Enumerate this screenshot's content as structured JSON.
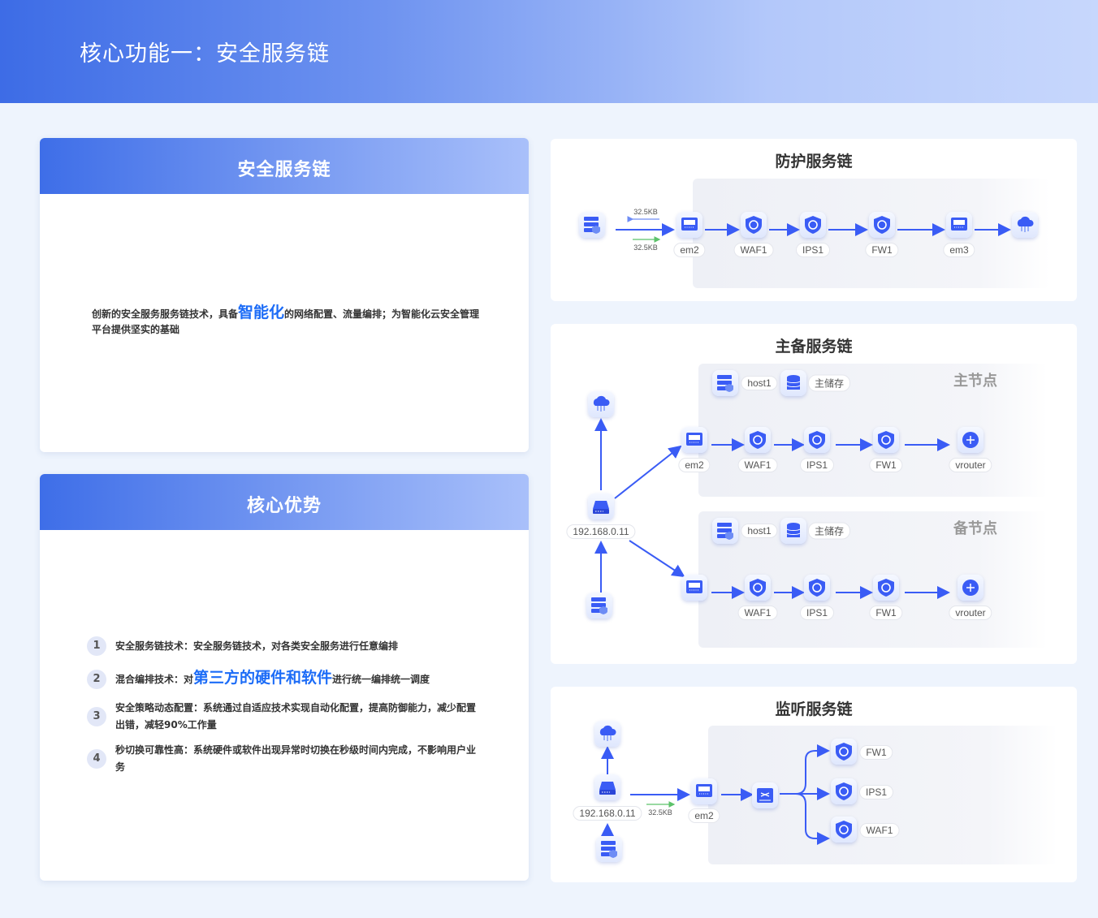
{
  "header": {
    "title": "核心功能一：安全服务链"
  },
  "card1": {
    "title": "安全服务链",
    "desc_pre": "创新的安全服务服务链技术，具备",
    "desc_hl": "智能化",
    "desc_post": "的网络配置、流量编排；为智能化云安全管理平台提供坚实的基础"
  },
  "card2": {
    "title": "核心优势",
    "items": [
      {
        "num": "1",
        "pre": "安全服务链技术：安全服务链技术，对各类安全服务进行任意编排",
        "hl": "",
        "post": ""
      },
      {
        "num": "2",
        "pre": "混合编排技术：对",
        "hl": "第三方的硬件和软件",
        "post": "进行统一编排统一调度"
      },
      {
        "num": "3",
        "pre": "安全策略动态配置：系统通过自适应技术实现自动化配置，提高防御能力，减少配置出错，减轻90%工作量",
        "hl": "",
        "post": ""
      },
      {
        "num": "4",
        "pre": "秒切换可靠性高：系统硬件或软件出现异常时切换在秒级时间内完成，不影响用户业务",
        "hl": "",
        "post": ""
      }
    ]
  },
  "panel1": {
    "title": "防护服务链",
    "traffic_in": "32.5KB",
    "traffic_out": "32.5KB",
    "nodes": [
      "em2",
      "WAF1",
      "IPS1",
      "FW1",
      "em3"
    ]
  },
  "panel2": {
    "title": "主备服务链",
    "ip": "192.168.0.11",
    "primary": {
      "role": "主节点",
      "host": "host1",
      "storage": "主储存",
      "nodes": [
        "em2",
        "WAF1",
        "IPS1",
        "FW1",
        "vrouter"
      ]
    },
    "backup": {
      "role": "备节点",
      "host": "host1",
      "storage": "主储存",
      "nodes": [
        "WAF1",
        "IPS1",
        "FW1",
        "vrouter"
      ]
    }
  },
  "panel3": {
    "title": "监听服务链",
    "ip": "192.168.0.11",
    "traffic": "32.5KB",
    "em": "em2",
    "targets": [
      "FW1",
      "IPS1",
      "WAF1"
    ]
  },
  "colors": {
    "accent": "#3a5cf5",
    "highlight": "#1c6cf7",
    "traffic_green": "#5cc26a"
  }
}
